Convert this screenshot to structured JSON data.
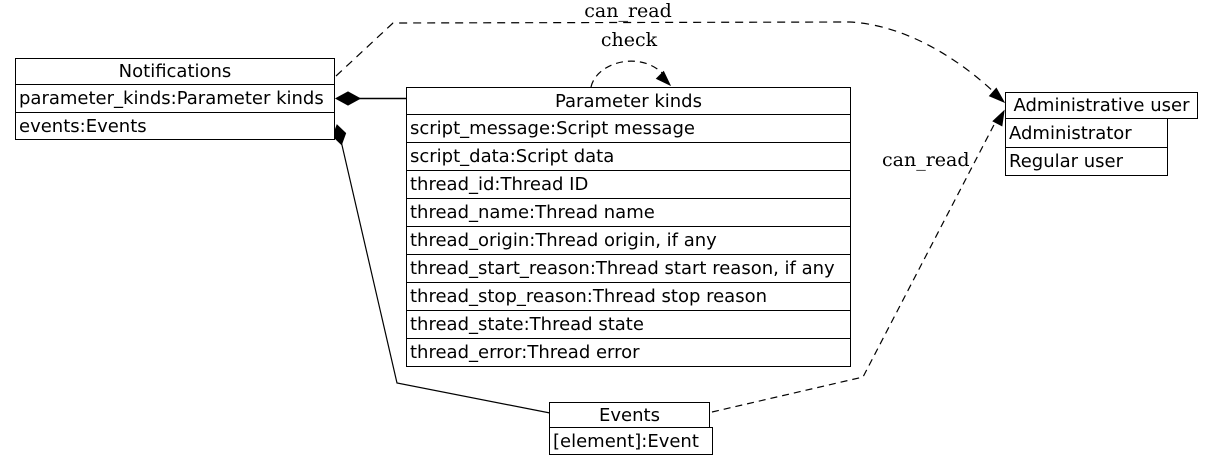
{
  "nodes": {
    "notifications": {
      "title": "Notifications",
      "rows": [
        "parameter_kinds:Parameter kinds",
        "events:Events"
      ]
    },
    "parameter_kinds": {
      "title": "Parameter kinds",
      "rows": [
        "script_message:Script message",
        "script_data:Script data",
        "thread_id:Thread ID",
        "thread_name:Thread name",
        "thread_origin:Thread origin, if any",
        "thread_start_reason:Thread start reason, if any",
        "thread_stop_reason:Thread stop reason",
        "thread_state:Thread state",
        "thread_error:Thread error"
      ]
    },
    "administrative_user": {
      "title": "Administrative user",
      "rows": [
        "Administrator",
        "Regular user"
      ]
    },
    "events": {
      "title": "Events",
      "rows": [
        "[element]:Event"
      ]
    }
  },
  "edges": {
    "notifications_to_admin": {
      "label": "can_read",
      "style": "dashed-arrow"
    },
    "parameter_kinds_self": {
      "label": "check",
      "style": "dashed-arrow"
    },
    "events_to_admin": {
      "label": "can_read",
      "style": "dashed-arrow"
    },
    "notifications_owns_parameter_kinds": {
      "label": "",
      "style": "solid-diamond"
    },
    "notifications_owns_events": {
      "label": "",
      "style": "solid-diamond"
    }
  },
  "colors": {
    "line": "#000000",
    "background": "#ffffff",
    "node_fill": "#ffffff",
    "text": "#000000"
  }
}
